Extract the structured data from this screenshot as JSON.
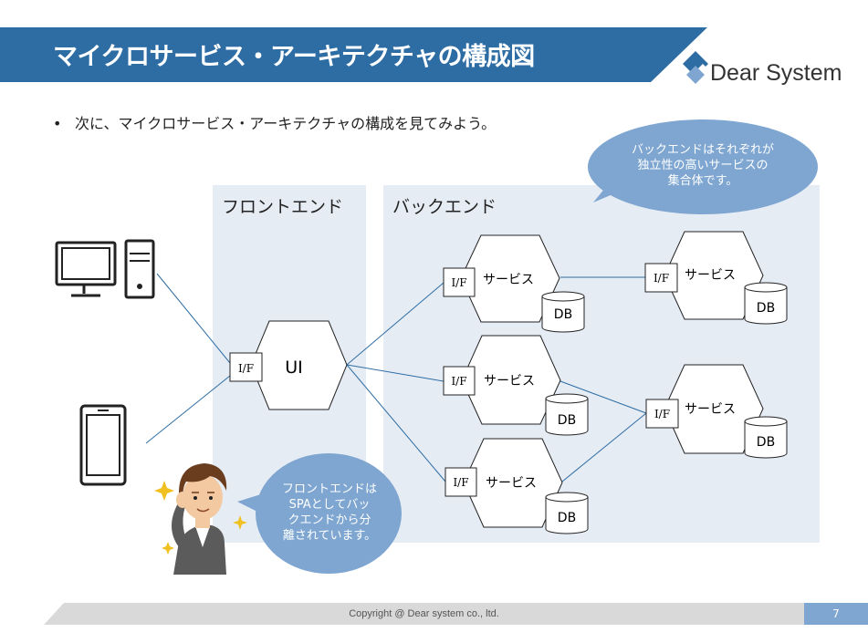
{
  "slide": {
    "title": "マイクロサービス・アーキテクチャの構成図",
    "bullet": "次に、マイクロサービス・アーキテクチャの構成を見てみよう。",
    "logo_text": "Dear System",
    "copyright": "Copyright @ Dear system co., ltd.",
    "page_number": "7",
    "colors": {
      "title_bar": "#2e6da4",
      "panel": "#e6ecf4",
      "bubble": "#7ea6d1",
      "line": "#2e6da4"
    }
  },
  "frontend": {
    "label": "フロントエンド",
    "ui_label": "UI",
    "if_label": "I/F"
  },
  "backend": {
    "label": "バックエンド",
    "services": [
      {
        "if_label": "I/F",
        "label": "サービス",
        "db": "DB"
      },
      {
        "if_label": "I/F",
        "label": "サービス",
        "db": "DB"
      },
      {
        "if_label": "I/F",
        "label": "サービス",
        "db": "DB"
      },
      {
        "if_label": "I/F",
        "label": "サービス",
        "db": "DB"
      },
      {
        "if_label": "I/F",
        "label": "サービス",
        "db": "DB"
      }
    ]
  },
  "bubbles": {
    "backend_note": [
      "バックエンドはそれぞれが",
      "独立性の高いサービスの",
      "集合体です。"
    ],
    "frontend_note": [
      "フロントエンドは",
      "SPAとしてバッ",
      "クエンドから分",
      "離されています。"
    ]
  },
  "icons": {
    "desktop": "desktop-computer-icon",
    "phone": "smartphone-icon",
    "person": "thinking-man-illustration"
  }
}
